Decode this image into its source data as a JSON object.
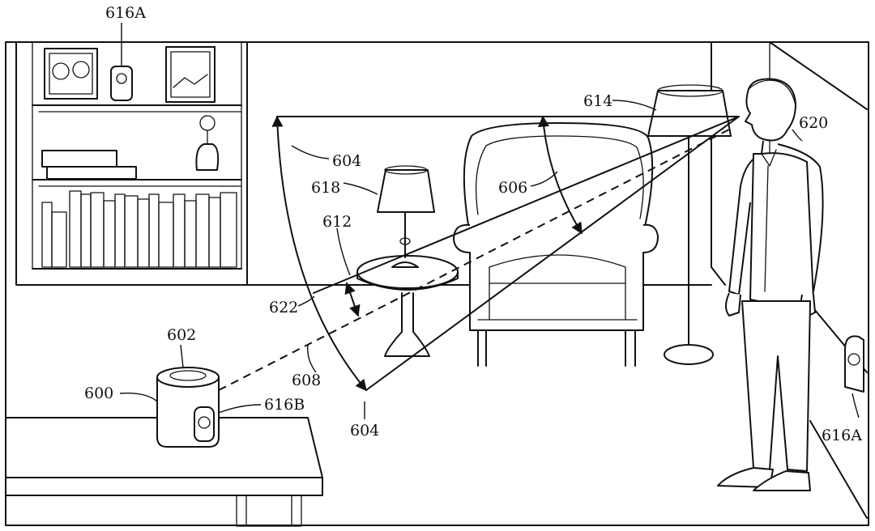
{
  "labels": {
    "camera_top": "616A",
    "camera_wall": "616A",
    "camera_device": "616B",
    "device": "600",
    "device_top": "602",
    "fov_top": "604",
    "fov_bottom": "604",
    "fov_angle": "606",
    "gaze_line": "608",
    "offset": "612",
    "offset_left": "622",
    "floor_lamp": "614",
    "table_lamp": "618",
    "person": "620"
  }
}
